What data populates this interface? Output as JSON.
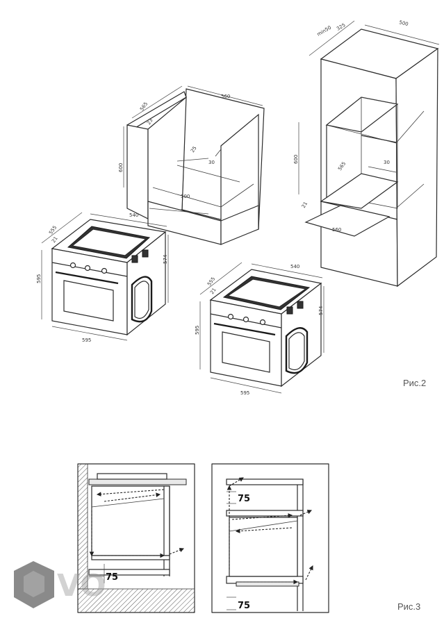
{
  "figures": {
    "fig2_label": "Рис.2",
    "fig3_label": "Рис.3"
  },
  "cabinet_under_counter": {
    "depth": "565",
    "gap": "23",
    "height": "600",
    "width": "560",
    "inner_depth_1": "25",
    "inner_depth_2": "30",
    "bottom_width": "500"
  },
  "cabinet_column": {
    "top_min": "min50",
    "top_depth": "325",
    "top_width": "500",
    "height": "600",
    "inner_depth": "565",
    "inner_gap": "30",
    "side_gap": "21",
    "bottom_width": "560"
  },
  "oven_left": {
    "depth": "555",
    "gap": "21",
    "width_top": "540",
    "height": "595",
    "side_height": "574",
    "width": "595"
  },
  "oven_right": {
    "depth": "555",
    "gap": "21",
    "width_top": "540",
    "height": "595",
    "side_height": "574",
    "width": "595"
  },
  "ventilation": {
    "left_gap": "75",
    "right_top_gap": "75",
    "right_bottom_gap": "75"
  },
  "watermark": {
    "text": "VO",
    "color": "#6e6e6e"
  }
}
